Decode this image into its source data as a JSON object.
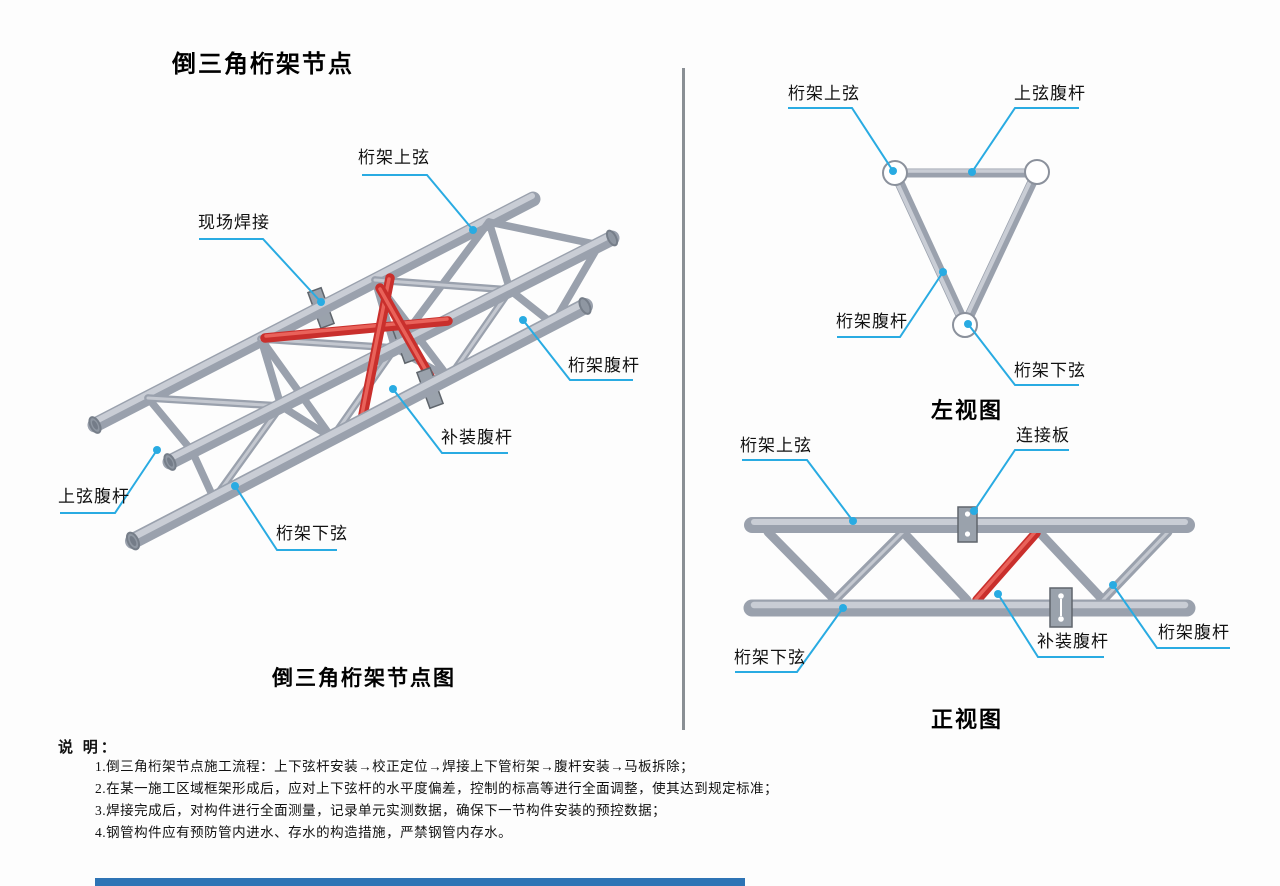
{
  "title": "倒三角桁架节点",
  "colors": {
    "leader": "#29abe2",
    "red_member": "#c92f2c",
    "tube_gray": "#9aa1ad",
    "plate_gray": "#9aa2ac",
    "footer_bar": "#2e74b5"
  },
  "iso_view": {
    "caption": "倒三角桁架节点图",
    "labels": {
      "top_chord": "桁架上弦",
      "site_weld": "现场焊接",
      "web_member": "桁架腹杆",
      "infill_web": "补装腹杆",
      "top_chord_web": "上弦腹杆",
      "bottom_chord": "桁架下弦"
    }
  },
  "left_view": {
    "caption": "左视图",
    "labels": {
      "top_chord": "桁架上弦",
      "top_chord_web": "上弦腹杆",
      "web_member": "桁架腹杆",
      "bottom_chord": "桁架下弦"
    }
  },
  "front_view": {
    "caption": "正视图",
    "labels": {
      "top_chord": "桁架上弦",
      "gusset_plate": "连接板",
      "infill_web": "补装腹杆",
      "web_member": "桁架腹杆",
      "bottom_chord": "桁架下弦"
    }
  },
  "notes": {
    "heading": "说 明：",
    "items": [
      "1.倒三角桁架节点施工流程：上下弦杆安装→校正定位→焊接上下管桁架→腹杆安装→马板拆除；",
      "2.在某一施工区域框架形成后，应对上下弦杆的水平度偏差，控制的标高等进行全面调整，使其达到规定标准；",
      "3.焊接完成后，对构件进行全面测量，记录单元实测数据，确保下一节构件安装的预控数据；",
      "4.钢管构件应有预防管内进水、存水的构造措施，严禁钢管内存水。"
    ]
  }
}
